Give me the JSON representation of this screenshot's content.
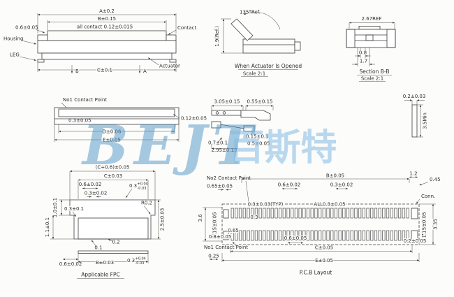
{
  "watermark": {
    "latin": "BEJT",
    "cjk": "百斯特"
  },
  "front_view": {
    "dim_overall_width": "A±0.2",
    "dim_contact_span": "B±0.15",
    "dim_contact_height": "0.6±0.05",
    "note_all_contact": "all contact 0.12±0.015",
    "label_contact": "Contact",
    "label_housing": "Housing",
    "label_leg": "LEG",
    "label_actuator": "Actuator",
    "dim_body_width": "C±0.1",
    "section_mark_b": "B",
    "section_mark_a": "A"
  },
  "actuator_view": {
    "dim_angle": "135°Ref.",
    "dim_height": "1.9(Ref.)",
    "caption": "When Actuator Is Opened",
    "scale_note": "Scale 2:1"
  },
  "section_view": {
    "dim_width": "2.67REF",
    "dim_inner": "0.8",
    "dim_outer": "1.7",
    "caption": "Section B-B",
    "scale_note": "Scale 2:1"
  },
  "top_view": {
    "label_no1_contact": "No1 Contact Point",
    "dim_contact_width": "0.3±0.05",
    "dim_end_contact": "0.12±0.05",
    "dim_d": "D±0.06",
    "dim_e": "E±0.05"
  },
  "detail_view": {
    "dim_305": "3.05±0.15",
    "dim_055": "0.55±0.15",
    "dim_07": "0.7±0.1",
    "dim_015": "0.15±0.1",
    "dim_05": "0.5±0.05",
    "dim_295": "2.95±0.15",
    "dim_fpc_thickness": "0.2±0.03",
    "dim_fpc_length": "3.5Min"
  },
  "fpc_view": {
    "dim_c_plus": "(C+0.6)±0.05",
    "dim_c": "C±0.03",
    "dim_pitch_top": "0.6±0.02",
    "tol_top_main": "0.3",
    "tol_top_plus": "+0.04",
    "tol_top_minus": "-0.03",
    "dim_finger_width": "0.3±0.02",
    "dim_shoulder": "1.0±0.1",
    "dim_edge": "0.3±0.1",
    "label_radius": "R0.2",
    "dim_tail": "1.1±0.1",
    "dim_depth": "2.5±0.03",
    "dim_01": "0.1",
    "dim_02": "0.2",
    "dim_pitch_bottom": "0.6±0.02",
    "dim_b": "B±0.03",
    "tol_bottom_main": "0.3",
    "tol_bottom_plus": "+0.04",
    "tol_bottom_minus": "-0.03",
    "caption": "Applicable FPC"
  },
  "pcb_view": {
    "label_no2_contact": "No2 Contact Point",
    "label_no1_contact": "No1 Contact Point",
    "dim_b": "B±0.05",
    "dim_12": "1.2",
    "dim_045": "0.45",
    "dim_065_first": "0.65±0.05",
    "dim_pitch": "0.6±0.02",
    "dim_pad_width": "0.3±0.02",
    "label_conn": "Conn.",
    "dim_typ": "0.3±0.03(TYP)",
    "dim_all": "ALL0.3±0.05",
    "dim_36": "3.6",
    "dim_215": "2.15±0.05",
    "dim_03": "0.3",
    "dim_065": "0.65",
    "dim_115": "1.15±0.05",
    "dim_335": "3.35",
    "dim_08": "0.8±0.05",
    "dim_06": "0.6±0.05",
    "dim_c": "C±0.05",
    "dim_02": "0.2±0.05",
    "dim_025": "0.25",
    "dim_e": "E±0.05",
    "caption": "P.C.B Layout"
  }
}
